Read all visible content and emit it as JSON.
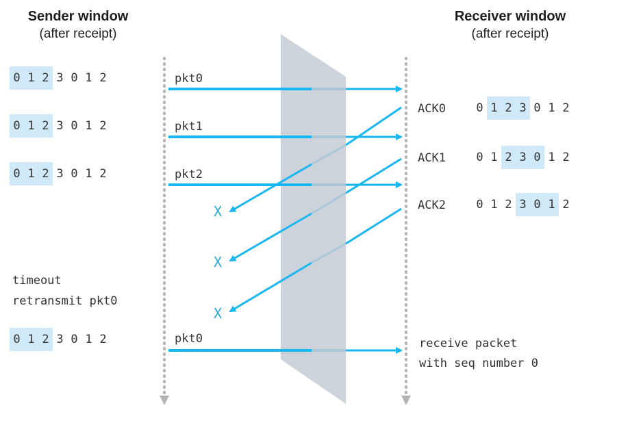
{
  "sender": {
    "title": "Sender window",
    "subtitle": "(after receipt)"
  },
  "receiver": {
    "title": "Receiver window",
    "subtitle": "(after receipt)"
  },
  "sequence": [
    "0",
    "1",
    "2",
    "3",
    "0",
    "1",
    "2"
  ],
  "sender_windows": [
    {
      "highlight": [
        0,
        1,
        2
      ]
    },
    {
      "highlight": [
        0,
        1,
        2
      ]
    },
    {
      "highlight": [
        0,
        1,
        2
      ]
    },
    {
      "highlight": [
        0,
        1,
        2
      ]
    }
  ],
  "receiver_windows": [
    {
      "highlight": [
        1,
        2,
        3
      ]
    },
    {
      "highlight": [
        2,
        3,
        4
      ]
    },
    {
      "highlight": [
        3,
        4,
        5
      ]
    }
  ],
  "packets": [
    "pkt0",
    "pkt1",
    "pkt2",
    "pkt0"
  ],
  "acks": [
    "ACK0",
    "ACK1",
    "ACK2"
  ],
  "lost_mark": "X",
  "timeout": {
    "line1": "timeout",
    "line2": "retransmit pkt0"
  },
  "receive_note": {
    "line1": "receive packet",
    "line2": "with seq number 0"
  },
  "colors": {
    "arrow": "#19b6ef",
    "highlight": "#cfe9f8",
    "channel": "#c8ced6",
    "timeline": "#b4b4b4"
  }
}
